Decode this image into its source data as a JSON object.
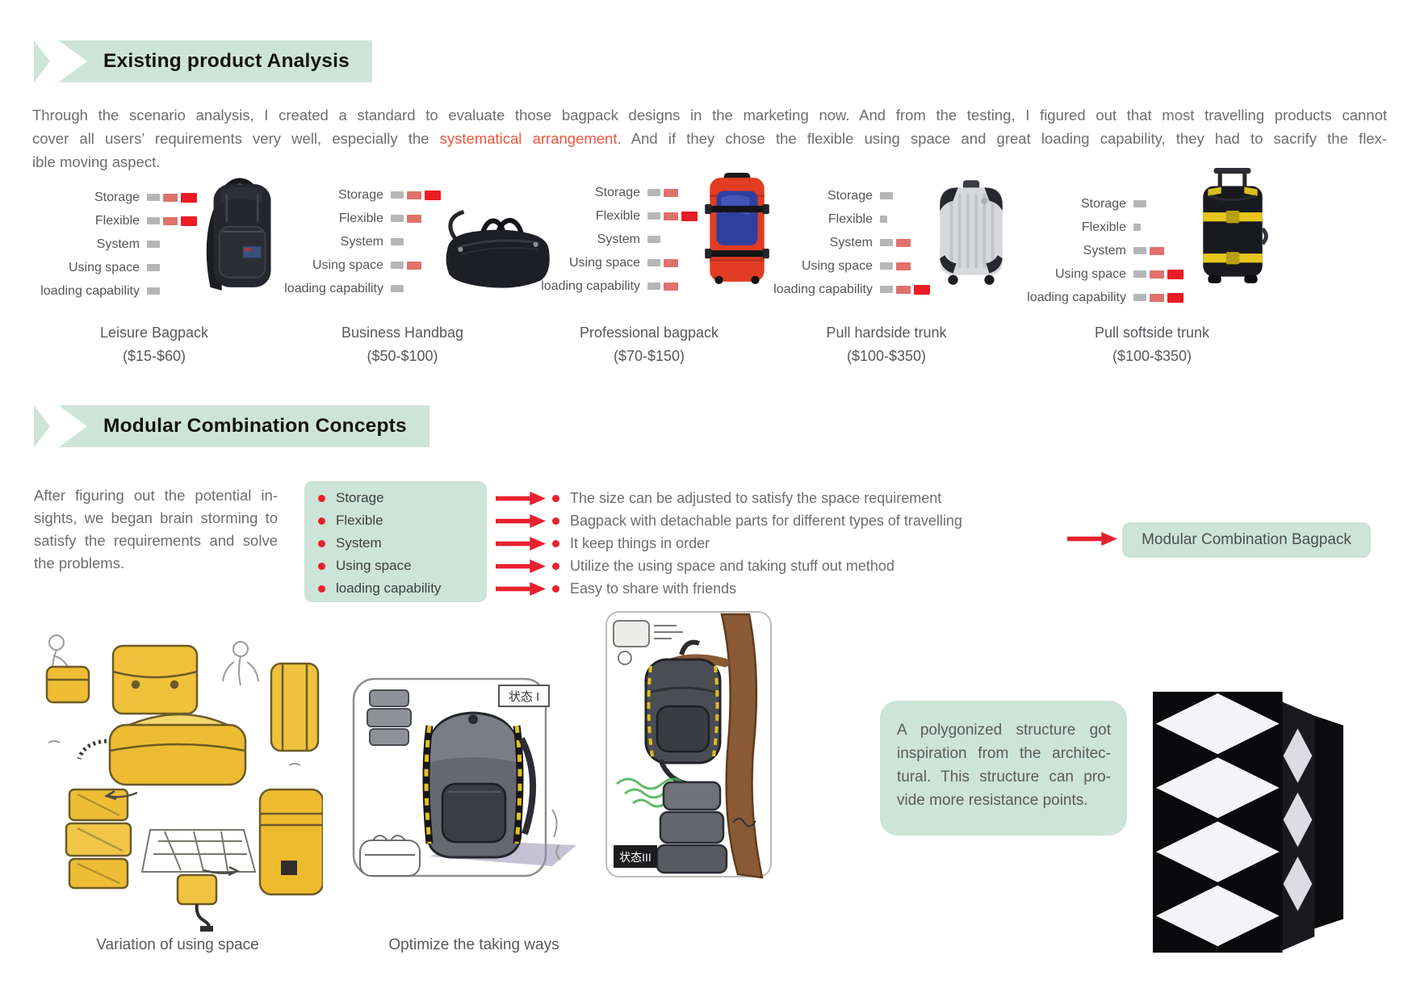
{
  "colors": {
    "green": "#cde4d8",
    "accent_red": "#e8212e",
    "bar_gray": "#b5b6b8",
    "bar_pink": "#e0716b",
    "bar_red": "#ec1c24",
    "text_gray": "#6d6e71",
    "label_gray": "#55565a",
    "title_black": "#131313",
    "highlight_red": "#f0543f"
  },
  "section1": {
    "title": "Existing product Analysis",
    "paragraph": {
      "line1": "Through the scenario analysis, I created a standard to evaluate those bagpack designs in the marketing now. And from the testing, I figured out that most travelling products cannot",
      "line2_pre": "cover all users’ requirements very well, especially the ",
      "line2_highlight": "systematical arrangement",
      "line2_post": ". And if they chose the flexible using space and  great loading capability, they had to sacrify the flex-",
      "line3": "ible moving aspect."
    },
    "criteria": [
      "Storage",
      "Flexible",
      "System",
      "Using space",
      "loading capability"
    ],
    "products": [
      {
        "name": "Leisure Bagpack",
        "price": "($15-$60)",
        "ratings": [
          [
            "g",
            "p",
            "r"
          ],
          [
            "g",
            "p",
            "r"
          ],
          [
            "g"
          ],
          [
            "g"
          ],
          [
            "g"
          ]
        ]
      },
      {
        "name": "Business Handbag",
        "price": "($50-$100)",
        "ratings": [
          [
            "g",
            "p",
            "r"
          ],
          [
            "g",
            "p"
          ],
          [
            "g"
          ],
          [
            "g",
            "p"
          ],
          [
            "g"
          ]
        ]
      },
      {
        "name": "Professional bagpack",
        "price": "($70-$150)",
        "ratings": [
          [
            "g",
            "p"
          ],
          [
            "g",
            "p",
            "r"
          ],
          [
            "g"
          ],
          [
            "g",
            "p"
          ],
          [
            "g",
            "p"
          ]
        ]
      },
      {
        "name": "Pull hardside trunk",
        "price": "($100-$350)",
        "ratings": [
          [
            "g"
          ],
          [
            "h"
          ],
          [
            "g",
            "p"
          ],
          [
            "g",
            "p"
          ],
          [
            "g",
            "p",
            "r"
          ]
        ]
      },
      {
        "name": "Pull softside trunk",
        "price": "($100-$350)",
        "ratings": [
          [
            "g"
          ],
          [
            "h"
          ],
          [
            "g",
            "p"
          ],
          [
            "g",
            "p",
            "r"
          ],
          [
            "g",
            "p",
            "r"
          ]
        ]
      }
    ]
  },
  "section2": {
    "title": "Modular Combination Concepts",
    "paragraph_lines": [
      "After figuring out the potential in-",
      "sights, we began brain storming to",
      "satisfy the requirements and solve",
      "the problems."
    ],
    "criteria": [
      "Storage",
      "Flexible",
      "System",
      "Using space",
      "loading capability"
    ],
    "outcomes": [
      "The size can be adjusted to satisfy the space requirement",
      "Bagpack with detachable parts for different types of travelling",
      "It keep things in order",
      "Utilize the using space and taking stuff out method",
      "Easy to share with friends"
    ],
    "result_label": "Modular Combination Bagpack"
  },
  "section3": {
    "caption_left": "Variation of using space",
    "caption_middle": "Optimize the taking ways",
    "note_lines": [
      "A polygonized structure got",
      "inspiration from the architec-",
      "tural. This structure can pro-",
      "vide more resistance points."
    ],
    "sketch_labels": {
      "state1": "状态 I",
      "state3": "状态III"
    }
  }
}
